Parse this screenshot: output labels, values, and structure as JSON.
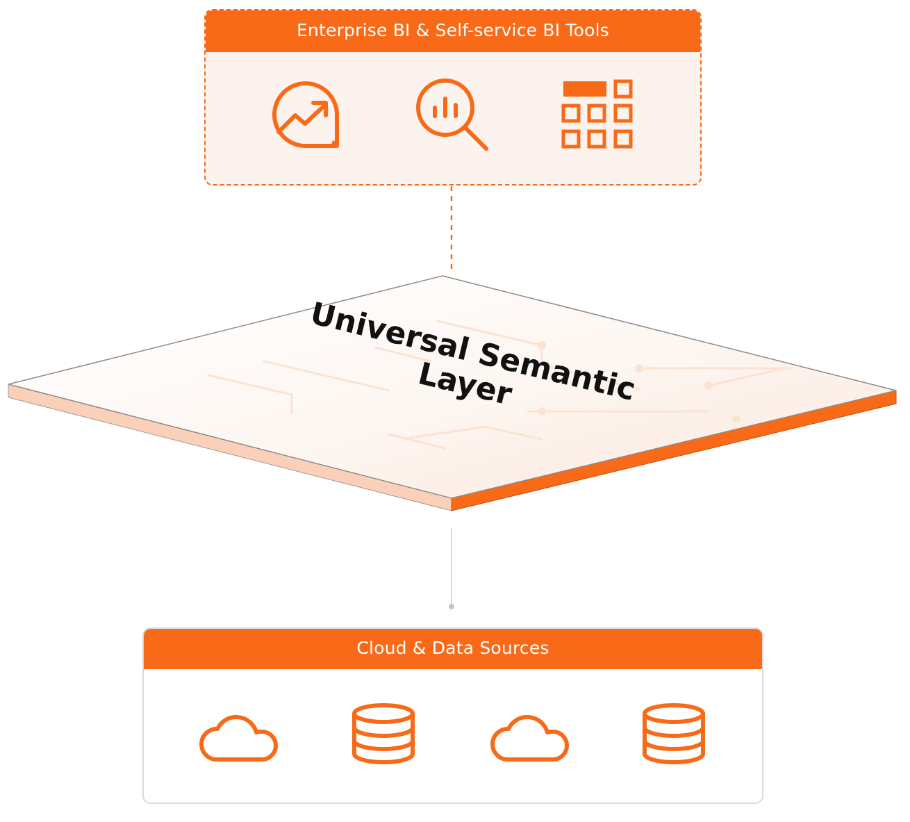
{
  "top_box": {
    "title": "Enterprise BI & Self-service BI Tools",
    "icons": [
      "trend-chart-icon",
      "magnify-analytics-icon",
      "grid-table-icon"
    ]
  },
  "layer": {
    "title_line1": "Universal Semantic",
    "title_line2": "Layer"
  },
  "bottom_box": {
    "title": "Cloud & Data Sources",
    "icons": [
      "cloud-icon",
      "database-icon",
      "cloud-icon",
      "database-icon"
    ]
  },
  "colors": {
    "accent": "#F86A17",
    "panel_fill": "#FDF3EE",
    "border_gray": "#DADADA",
    "connector_gray": "#CCCCCC"
  }
}
